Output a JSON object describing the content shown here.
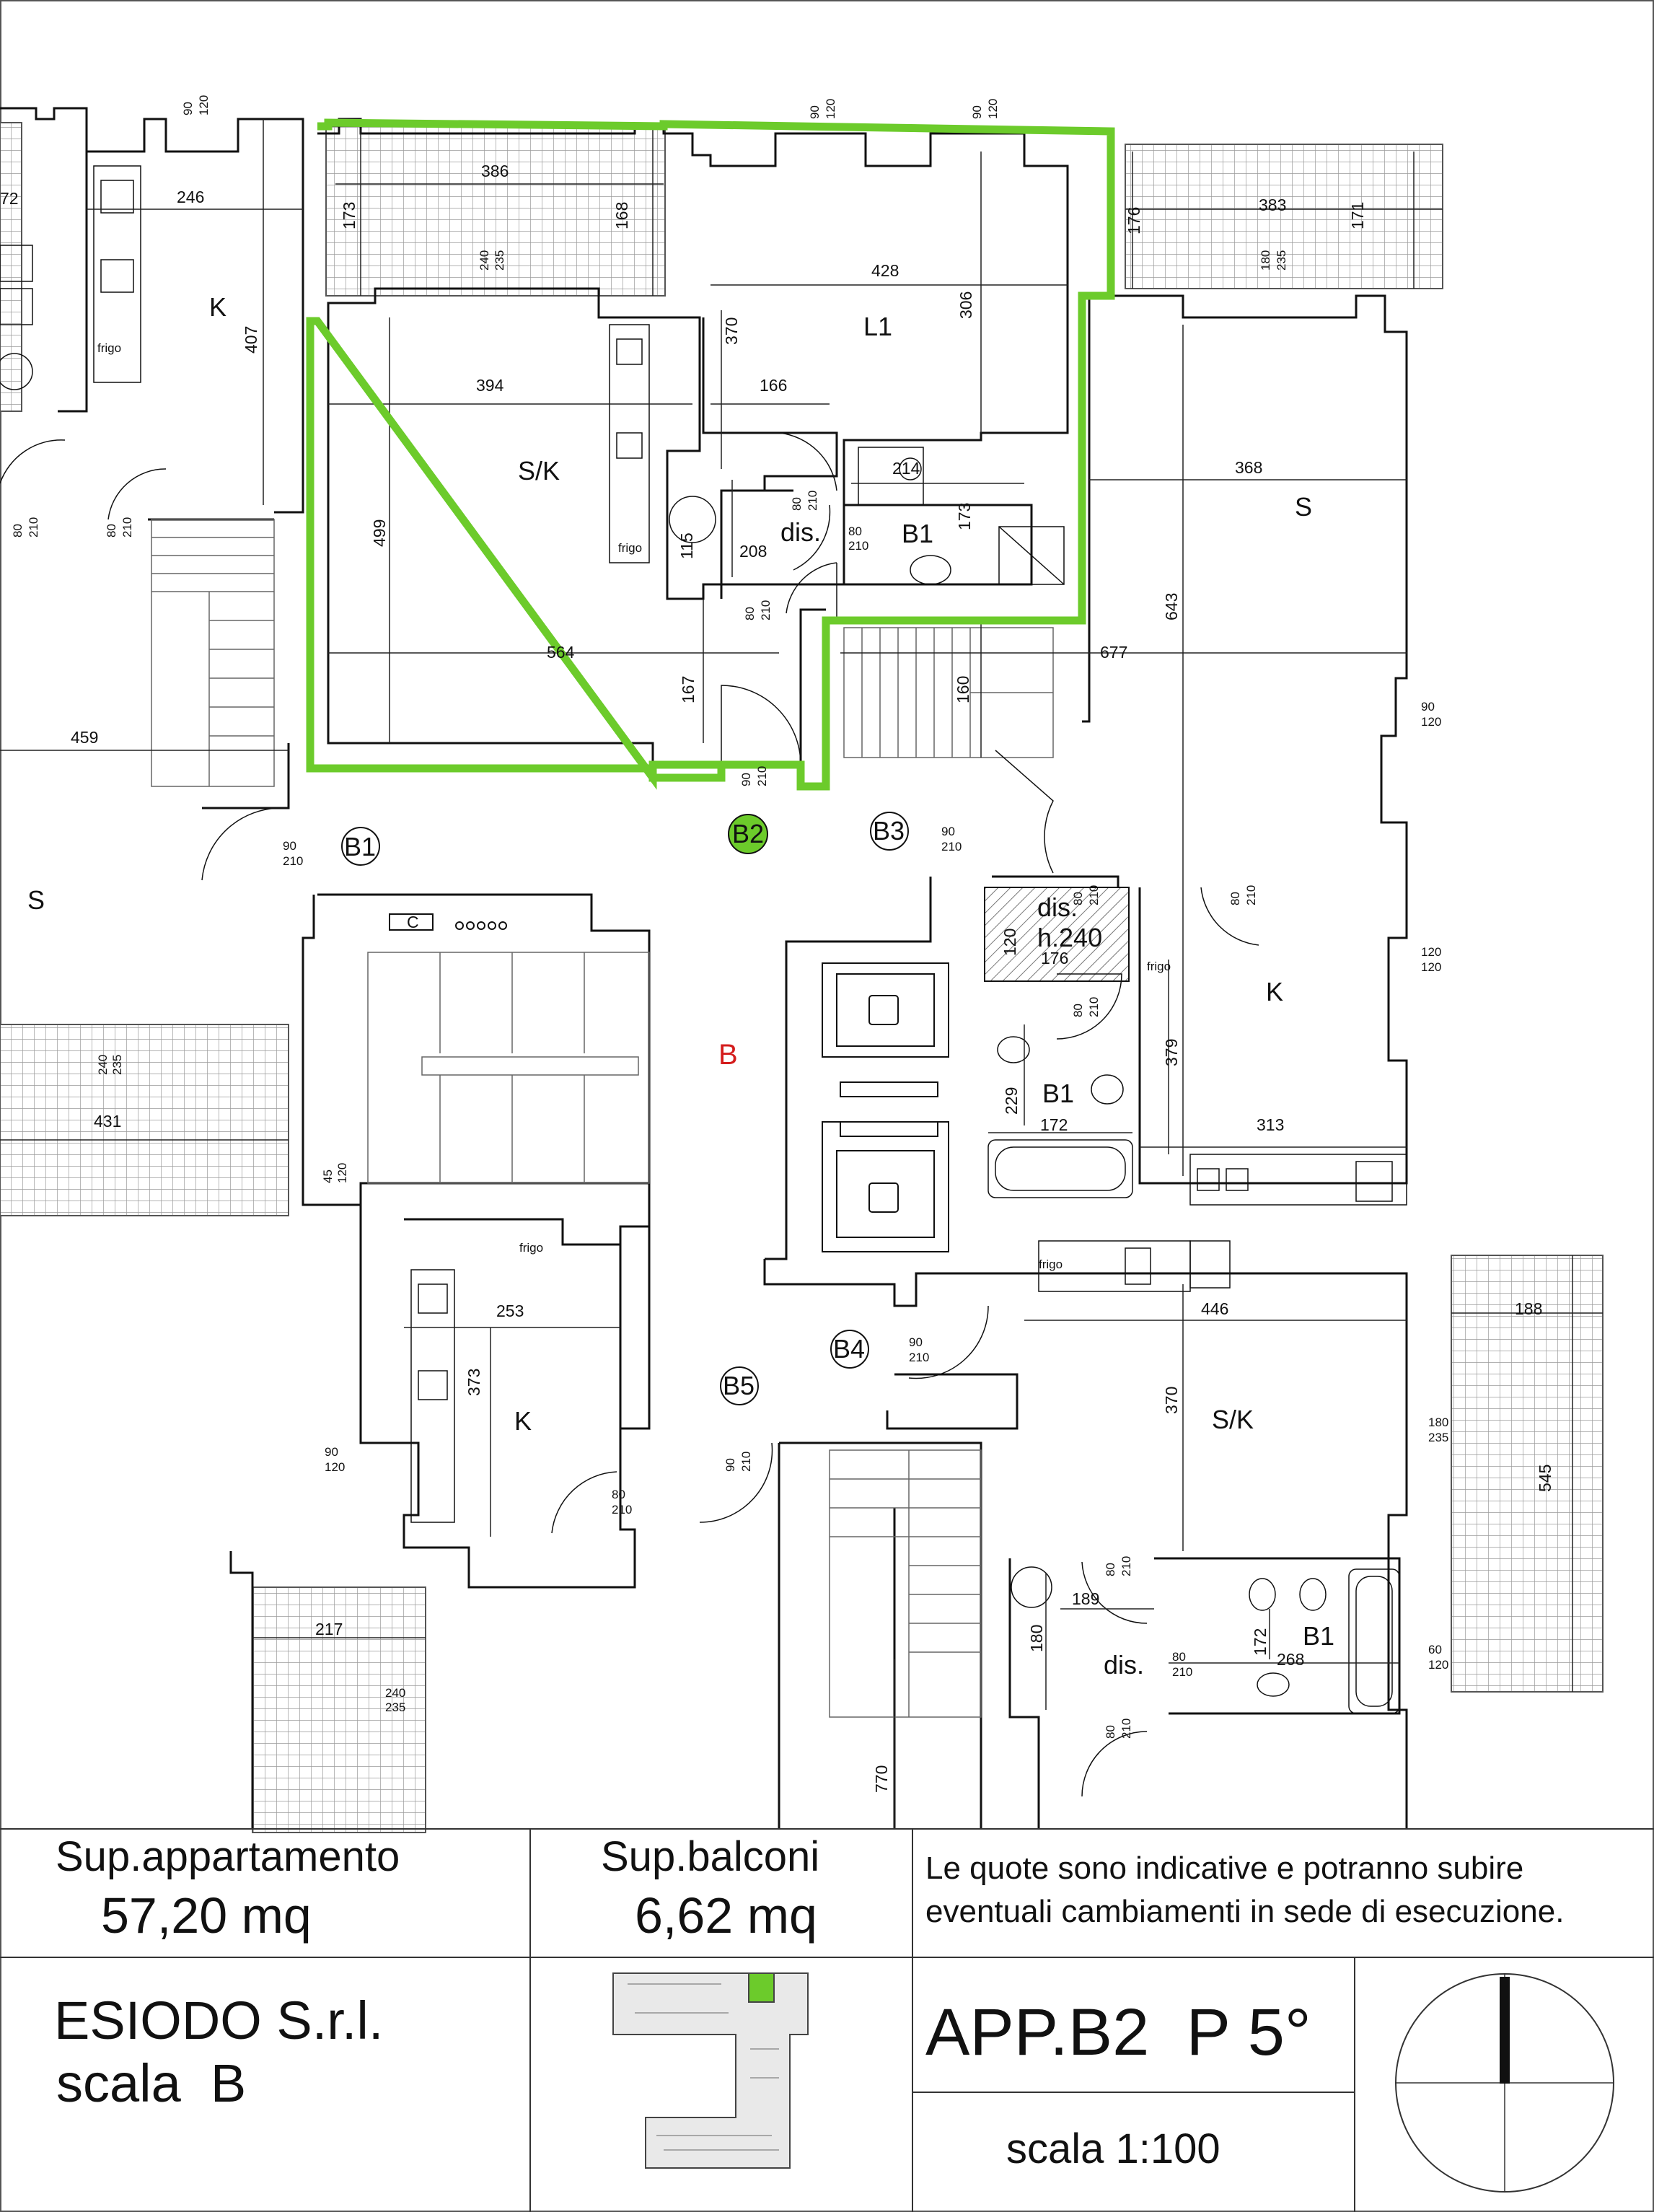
{
  "rooms": {
    "sk_main": "S/K",
    "l1": "L1",
    "dis_main": "dis.",
    "b1_main": "B1",
    "k_topleft": "K",
    "s_left": "S",
    "s_right": "S",
    "dis_h": "dis.",
    "h240": "h.240",
    "k_right": "K",
    "b1_mid": "B1",
    "k_bottom": "K",
    "sk_right": "S/K",
    "b1_bottom": "B1",
    "dis_bottom": "dis."
  },
  "stair_label": "B",
  "fixtures": {
    "frigo": "frigo",
    "stove_c": "C"
  },
  "circles": {
    "b1": "B1",
    "b2": "B2",
    "b3": "B3",
    "b4": "B4",
    "b5": "B5"
  },
  "dims": {
    "d386": "386",
    "d173": "173",
    "d168": "168",
    "d428": "428",
    "d370": "370",
    "d306": "306",
    "d394": "394",
    "d166": "166",
    "d214": "214",
    "d173b": "173",
    "d499": "499",
    "d115": "115",
    "d208": "208",
    "d564": "564",
    "d167": "167",
    "d160": "160",
    "d677": "677",
    "d383": "383",
    "d176": "176",
    "d171": "171",
    "d368": "368",
    "d643": "643",
    "d246": "246",
    "d407": "407",
    "d459": "459",
    "d431": "431",
    "d120": "120",
    "d176b": "176",
    "d379": "379",
    "d229": "229",
    "d172": "172",
    "d313": "313",
    "d253": "253",
    "d373": "373",
    "d446": "446",
    "d370b": "370",
    "d188": "188",
    "d545": "545",
    "d217": "217",
    "d189": "189",
    "d180": "180",
    "d172b": "172",
    "d268": "268",
    "d770": "770",
    "d72": "72"
  },
  "openings": {
    "w90": "90",
    "h120": "120",
    "d80": "80",
    "h210": "210",
    "w240": "240",
    "h235": "235",
    "w180": "180",
    "w45": "45",
    "w60": "60"
  },
  "title_block": {
    "sup_app_label": "Sup.appartamento",
    "sup_app_value": "57,20 mq",
    "sup_balc_label": "Sup.balconi",
    "sup_balc_value": "6,62 mq",
    "note_line1": "Le quote sono indicative e potranno subire",
    "note_line2": "eventuali cambiamenti in sede di esecuzione.",
    "company": "ESIODO S.r.l.",
    "staircase": "scala  B",
    "apartment": "APP.B2  P 5°",
    "scale": "scala 1:100"
  },
  "colors": {
    "highlight": "#6ccb2b",
    "stair_label": "#d41c1c",
    "line": "#111111"
  }
}
